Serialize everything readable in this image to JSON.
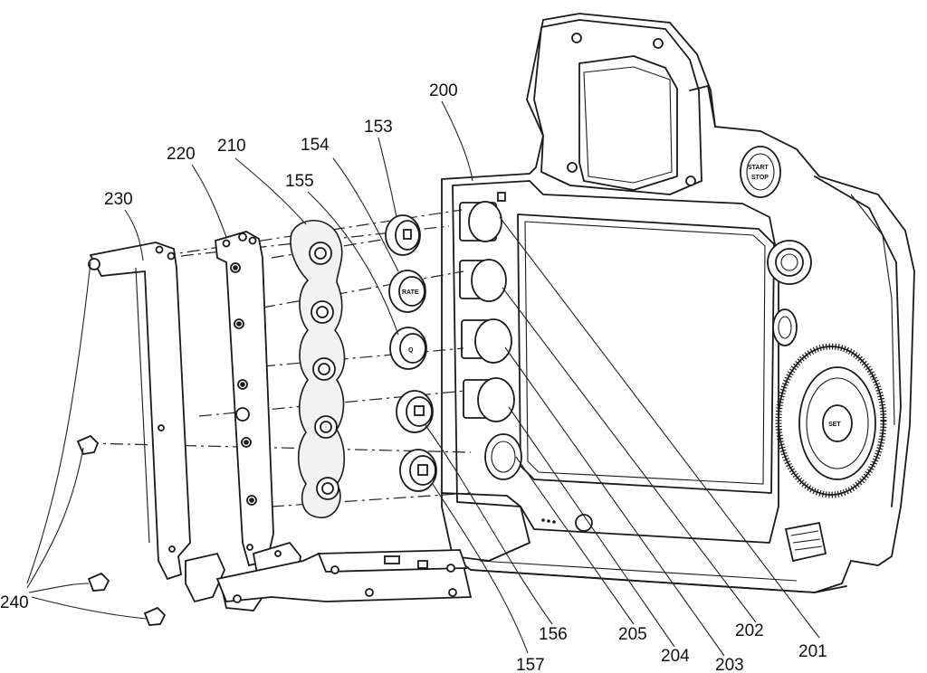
{
  "reference_numerals": {
    "n153": "153",
    "n154": "154",
    "n155": "155",
    "n156": "156",
    "n157": "157",
    "n200": "200",
    "n201": "201",
    "n202": "202",
    "n203": "203",
    "n204": "204",
    "n205": "205",
    "n210": "210",
    "n220": "220",
    "n230": "230",
    "n240": "240"
  },
  "button_markings": {
    "rate": "RATE",
    "zoom": "Q",
    "set": "SET",
    "start_stop_line1": "START",
    "start_stop_line2": "STOP"
  },
  "colors": {
    "line": "#1a1a1a",
    "background": "#ffffff"
  }
}
